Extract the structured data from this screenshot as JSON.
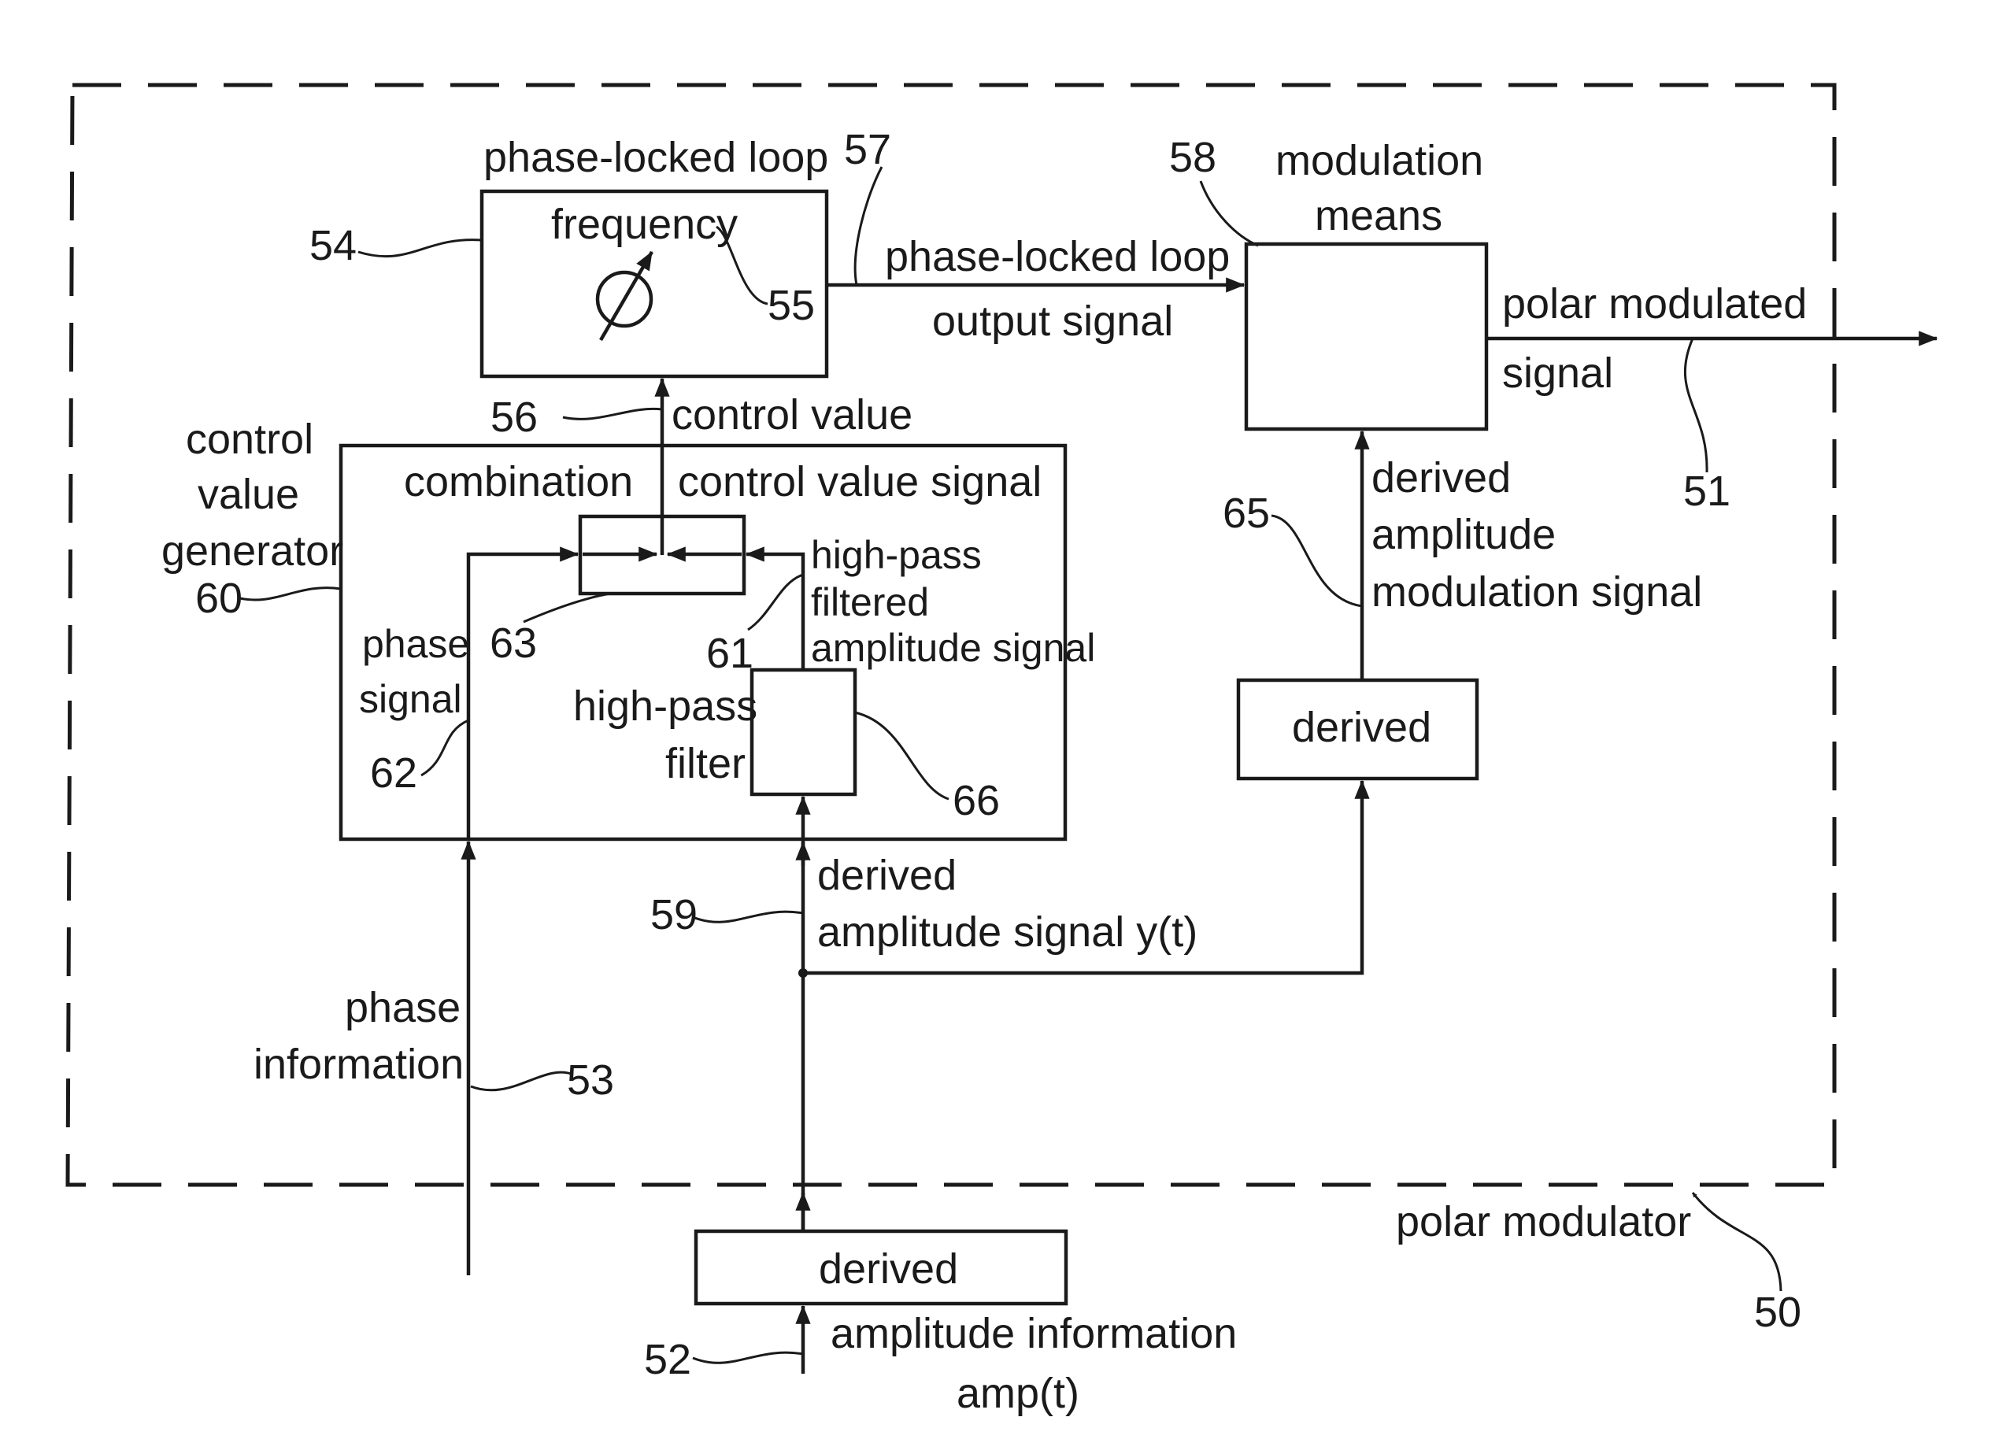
{
  "diagram": {
    "labels": {
      "pll_title": "phase-locked loop",
      "frequency": "frequency",
      "pll_output_line1": "phase-locked loop",
      "pll_output_line2": "output signal",
      "modulation_line1": "modulation",
      "modulation_line2": "means",
      "polar_out_line1": "polar modulated",
      "polar_out_line2": "signal",
      "control_value": "control value",
      "cvg_line1": "control",
      "cvg_line2": "value",
      "cvg_line3": "generator",
      "combination": "combination",
      "control_value_signal": "control value signal",
      "hp_filtered_line1": "high-pass",
      "hp_filtered_line2": "filtered",
      "hp_filtered_line3": "amplitude signal",
      "phase_signal_line1": "phase",
      "phase_signal_line2": "signal",
      "hp_filter_line1": "high-pass",
      "hp_filter_line2": "filter",
      "derived_amp_mod_line1": "derived",
      "derived_amp_mod_line2": "amplitude",
      "derived_amp_mod_line3": "modulation signal",
      "derived_box_right": "derived",
      "derived_amp_sig_line1": "derived",
      "derived_amp_sig_line2": "amplitude signal y(t)",
      "phase_info_line1": "phase",
      "phase_info_line2": "information",
      "derived_box_bottom": "derived",
      "amp_info_line1": "amplitude information",
      "amp_info_line2": "amp(t)",
      "polar_modulator": "polar modulator"
    },
    "refs": {
      "r50": "50",
      "r51": "51",
      "r52": "52",
      "r53": "53",
      "r54": "54",
      "r55": "55",
      "r56": "56",
      "r57": "57",
      "r58": "58",
      "r59": "59",
      "r60": "60",
      "r61": "61",
      "r62": "62",
      "r63": "63",
      "r65": "65",
      "r66": "66"
    }
  }
}
